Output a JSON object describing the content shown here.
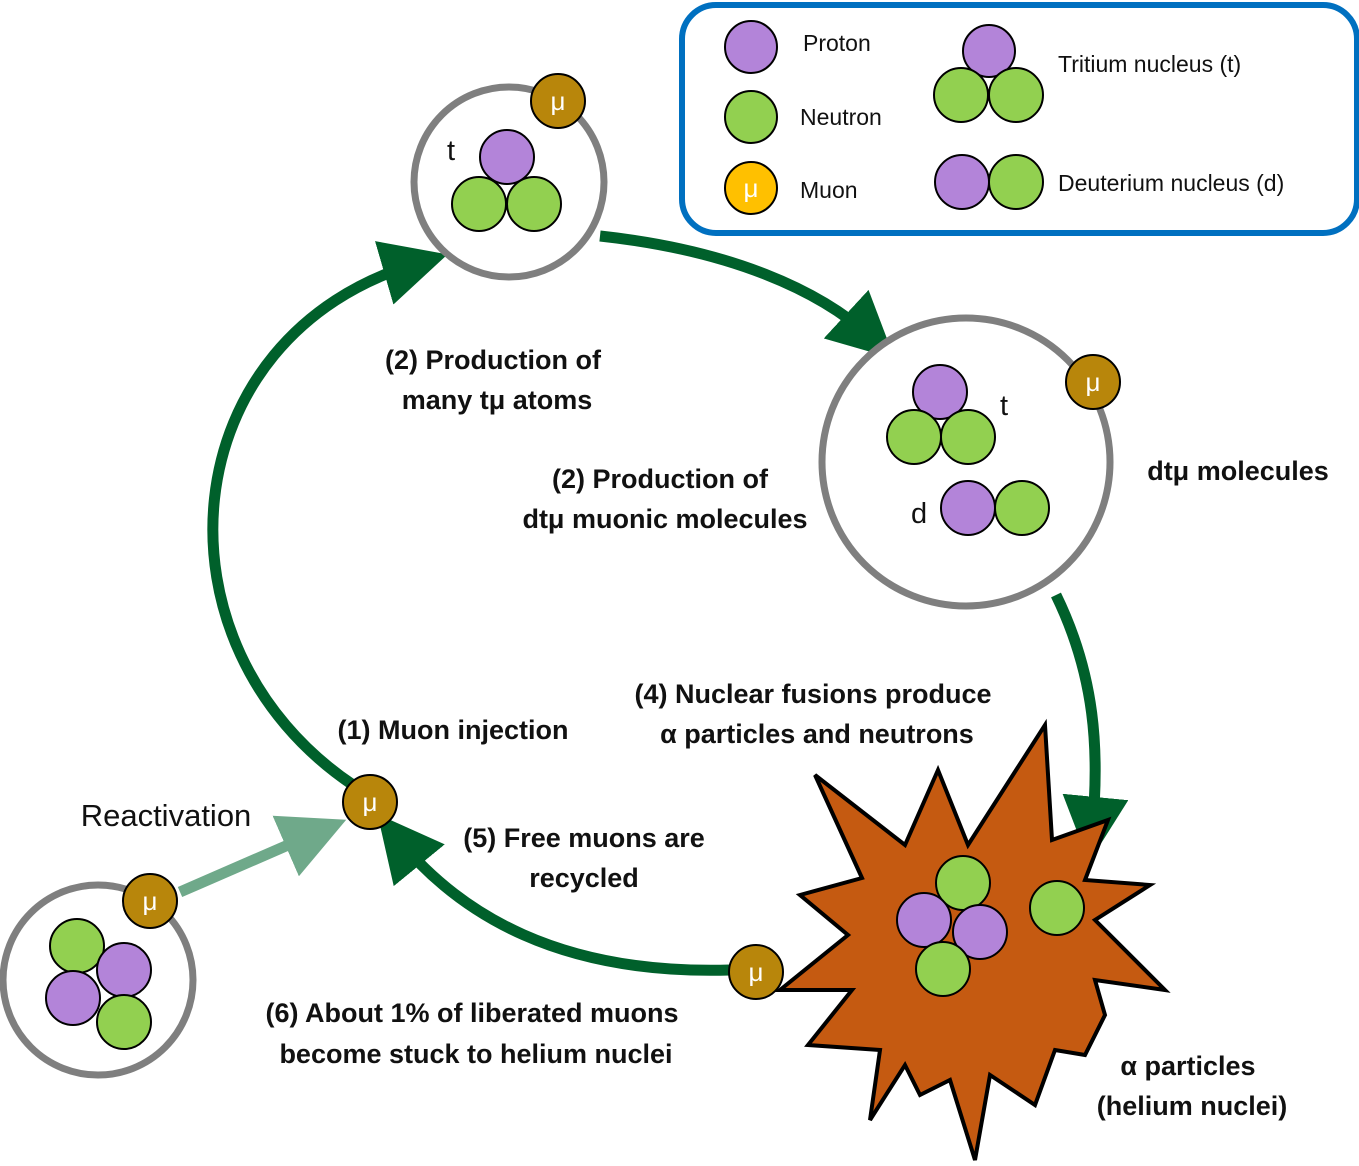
{
  "colors": {
    "proton": "#b384d9",
    "neutron": "#92d050",
    "muon": "#b8860b",
    "muon_legend": "#ffc000",
    "arrow": "#00602b",
    "arrow_light": "#6fa98a",
    "atom_ring": "#7f7f7f",
    "explosion": "#c55a11",
    "legend_border": "#0070c0"
  },
  "icons": {
    "muon_symbol": "μ"
  },
  "legend": {
    "proton": "Proton",
    "neutron": "Neutron",
    "muon": "Muon",
    "tritium": "Tritium nucleus (t)",
    "deuterium": "Deuterium nucleus (d)"
  },
  "atoms": {
    "tmu_letter": "t",
    "dtmu_t_letter": "t",
    "dtmu_d_letter": "d"
  },
  "labels": {
    "step2a_line1": "(2) Production of",
    "step2a_line2": "many tμ atoms",
    "step2b_line1": "(2) Production of",
    "step2b_line2": "dtμ muonic molecules",
    "dtmu_molecules": "dtμ molecules",
    "step4_line1": "(4) Nuclear fusions produce",
    "step4_line2": "α particles and neutrons",
    "step1": "(1) Muon injection",
    "reactivation": "Reactivation",
    "step5_line1": "(5) Free muons are",
    "step5_line2": "recycled",
    "step6_line1": "(6) About 1% of liberated muons",
    "step6_line2": "become stuck to helium nuclei",
    "alpha_line1": "α particles",
    "alpha_line2": "(helium nuclei)"
  }
}
